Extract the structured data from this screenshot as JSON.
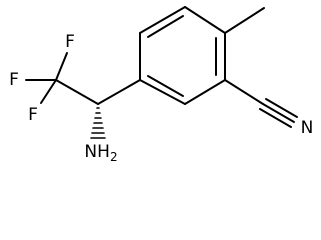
{
  "molecule": {
    "atoms": {
      "f_top": "F",
      "f_left": "F",
      "f_bottom": "F",
      "amine_n": "N",
      "amine_h": "H",
      "amine_h_count": "2",
      "nitrile_n": "N"
    },
    "colors": {
      "bond": "#000000",
      "text": "#000000",
      "background": "#ffffff"
    },
    "stereo": {
      "chiral_center_bond": "hashed-wedge"
    }
  }
}
